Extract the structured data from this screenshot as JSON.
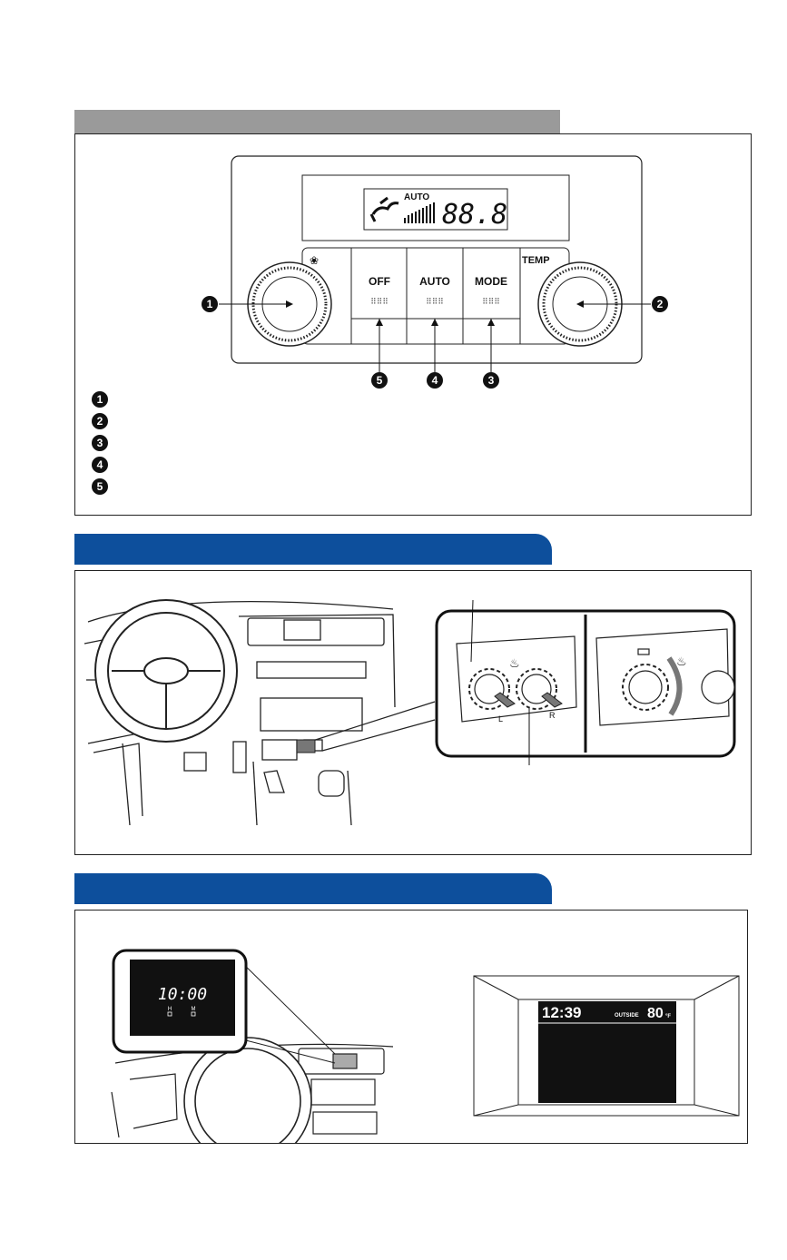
{
  "climate_panel": {
    "buttons": [
      {
        "label": "OFF"
      },
      {
        "label": "AUTO"
      },
      {
        "label": "MODE"
      }
    ],
    "display": {
      "auto": "AUTO",
      "temp": "88.8"
    },
    "temp_label": "TEMP",
    "callouts": [
      "1",
      "2",
      "3",
      "4",
      "5"
    ]
  },
  "legend": [
    "1",
    "2",
    "3",
    "4",
    "5"
  ],
  "seat_heater": {
    "left_label": "L",
    "right_label": "R"
  },
  "clock": {
    "time": "10:00",
    "h_label": "H",
    "m_label": "M"
  },
  "multi_display": {
    "time": "12:39",
    "outside_label": "OUTSIDE",
    "temp": "80",
    "unit": "°F"
  },
  "colors": {
    "section_blue": "#0d4f9c",
    "section_gray": "#9a9a9a"
  }
}
